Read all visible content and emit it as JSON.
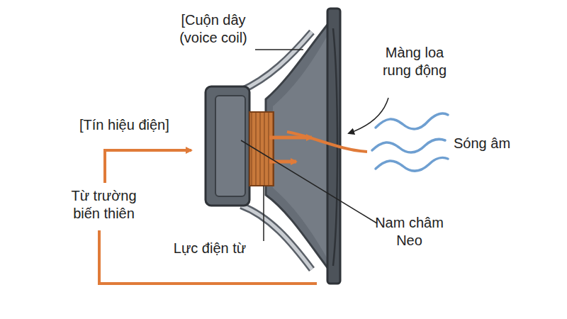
{
  "diagram": {
    "labels": [
      "[Cuộn dây (voice coil)",
      "Màng loa rung động",
      "[Tín hiệu điện]",
      "Sóng âm",
      "Từ trường biến thiên",
      "Lực điện từ",
      "Nam châm Neo"
    ]
  }
}
